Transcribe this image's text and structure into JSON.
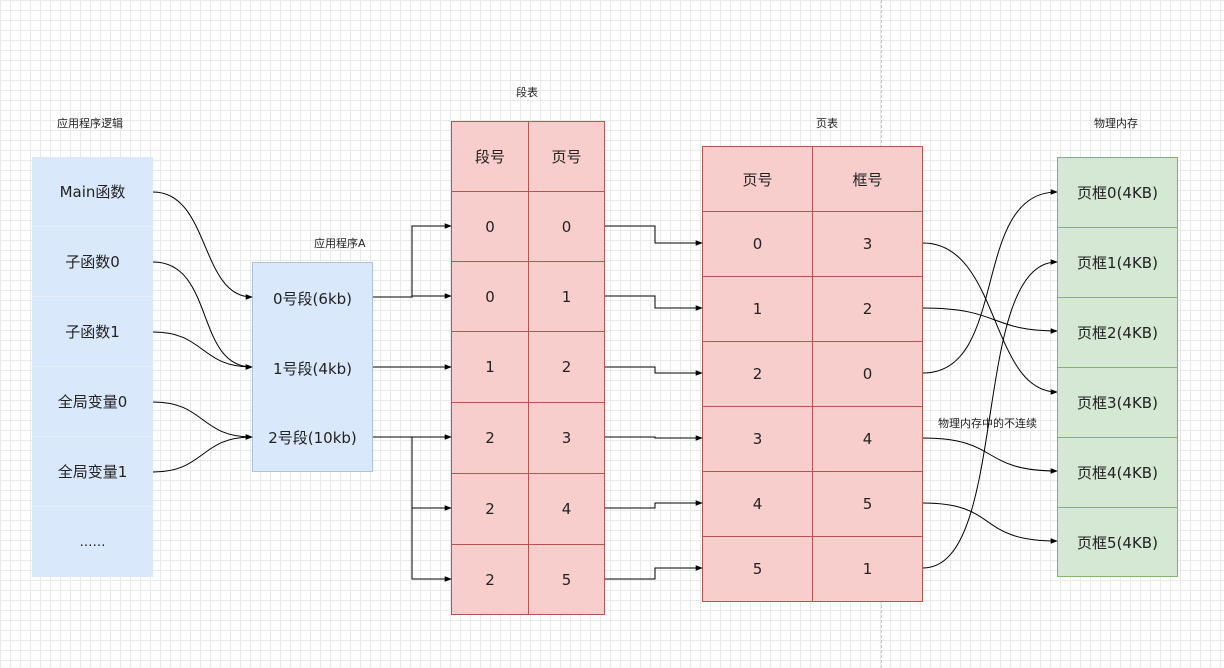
{
  "titles": {
    "app_logic": "应用程序逻辑",
    "app_a": "应用程序A",
    "seg_table": "段表",
    "page_table": "页表",
    "phys_mem": "物理内存"
  },
  "app_logic": {
    "items": [
      "Main函数",
      "子函数0",
      "子函数1",
      "全局变量0",
      "全局变量1",
      "……"
    ]
  },
  "app_a": {
    "segments": [
      "0号段(6kb)",
      "1号段(4kb)",
      "2号段(10kb)"
    ]
  },
  "segment_table": {
    "headers": [
      "段号",
      "页号"
    ],
    "rows": [
      [
        "0",
        "0"
      ],
      [
        "0",
        "1"
      ],
      [
        "1",
        "2"
      ],
      [
        "2",
        "3"
      ],
      [
        "2",
        "4"
      ],
      [
        "2",
        "5"
      ]
    ]
  },
  "page_table": {
    "headers": [
      "页号",
      "框号"
    ],
    "rows": [
      [
        "0",
        "3"
      ],
      [
        "1",
        "2"
      ],
      [
        "2",
        "0"
      ],
      [
        "3",
        "4"
      ],
      [
        "4",
        "5"
      ],
      [
        "5",
        "1"
      ]
    ]
  },
  "physical_memory": {
    "frames": [
      "页框0(4KB)",
      "页框1(4KB)",
      "页框2(4KB)",
      "页框3(4KB)",
      "页框4(4KB)",
      "页框5(4KB)"
    ]
  },
  "note": "物理内存中的不连续",
  "colors": {
    "blue_fill": "#dae8fc",
    "red_fill": "#f8cecc",
    "red_stroke": "#b85450",
    "green_fill": "#d5e8d4",
    "green_stroke": "#82b366"
  }
}
